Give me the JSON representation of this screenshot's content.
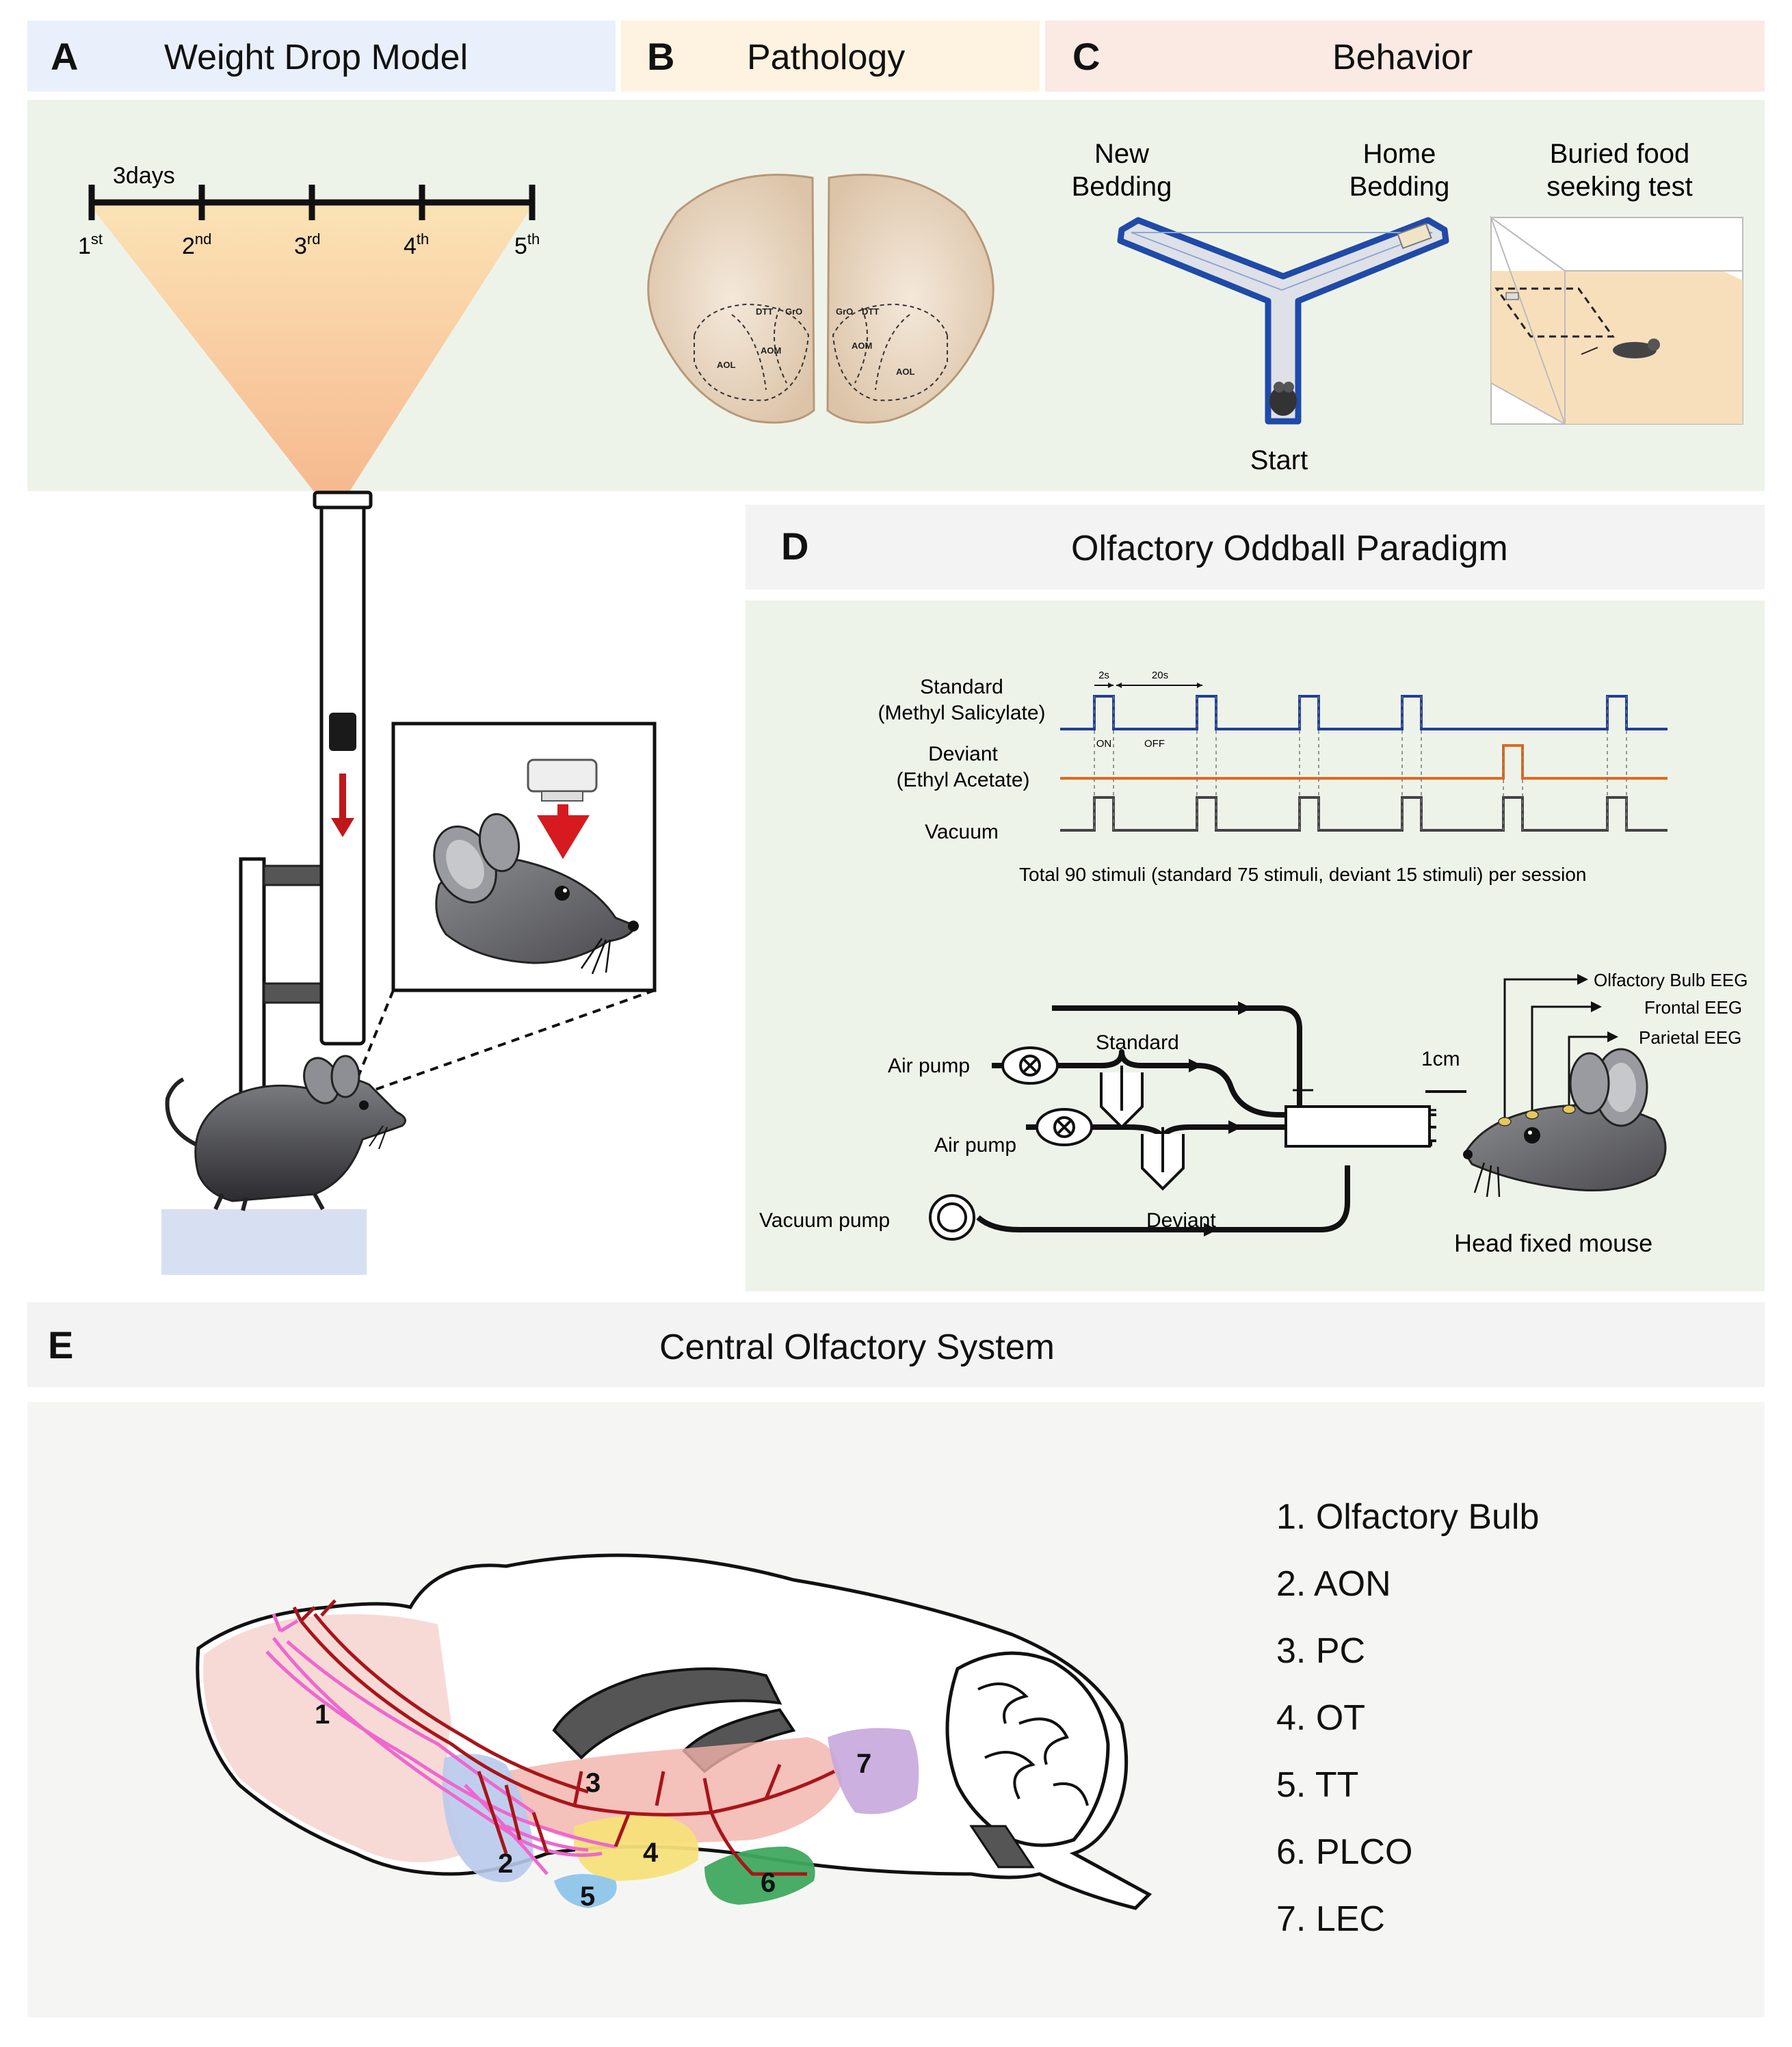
{
  "panels": {
    "a": {
      "letter": "A",
      "title": "Weight Drop Model",
      "color": "#eaf0fb"
    },
    "b": {
      "letter": "B",
      "title": "Pathology",
      "color": "#fdf3e0"
    },
    "c": {
      "letter": "C",
      "title": "Behavior",
      "color": "#fbe9e4"
    },
    "d": {
      "letter": "D",
      "title": "Olfactory Oddball Paradigm",
      "color": "#f3f3f3"
    },
    "e": {
      "letter": "E",
      "title": "Central Olfactory System",
      "color": "#f3f3f3"
    }
  },
  "timeline": {
    "interval_label": "3days",
    "sessions": [
      {
        "num": "1",
        "sup": "st"
      },
      {
        "num": "2",
        "sup": "nd"
      },
      {
        "num": "3",
        "sup": "rd"
      },
      {
        "num": "4",
        "sup": "th"
      },
      {
        "num": "5",
        "sup": "th"
      }
    ]
  },
  "pathology_labels": [
    "DTT",
    "GrO",
    "GrO",
    "DTT",
    "AOM",
    "AOM",
    "AOL",
    "AOL"
  ],
  "behavior": {
    "new_bedding": [
      "New",
      "Bedding"
    ],
    "home_bedding": [
      "Home",
      "Bedding"
    ],
    "buried_food": [
      "Buried food",
      "seeking test"
    ],
    "start": "Start"
  },
  "oddball": {
    "standard_label": [
      "Standard",
      "(Methyl Salicylate)"
    ],
    "deviant_label": [
      "Deviant",
      "(Ethyl Acetate)"
    ],
    "vacuum_label": "Vacuum",
    "on_duration": "2s",
    "off_duration": "20s",
    "on_label": "ON",
    "off_label": "OFF",
    "total_note": "Total 90 stimuli (standard 75 stimuli, deviant 15 stimuli) per session",
    "colors": {
      "standard": "#1f3f9a",
      "deviant": "#e06a1e",
      "vacuum": "#444444"
    }
  },
  "apparatus": {
    "air_pump_1": "Air pump",
    "air_pump_2": "Air pump",
    "vacuum_pump": "Vacuum pump",
    "standard": "Standard",
    "deviant": "Deviant",
    "scale": "1cm",
    "eeg": [
      "Olfactory Bulb EEG",
      "Frontal EEG",
      "Parietal EEG"
    ],
    "mouse_caption": "Head fixed mouse"
  },
  "olfactory_system": {
    "regions": [
      {
        "num": "1",
        "label": "1. Olfactory Bulb",
        "color": "#f6d3cf"
      },
      {
        "num": "2",
        "label": "2. AON",
        "color": "#b9c9ec"
      },
      {
        "num": "3",
        "label": "3. PC",
        "color": "#f2b1aa"
      },
      {
        "num": "4",
        "label": "4. OT",
        "color": "#f7e07a"
      },
      {
        "num": "5",
        "label": "5. TT",
        "color": "#8ec5ea"
      },
      {
        "num": "6",
        "label": "6. PLCO",
        "color": "#3fa85f"
      },
      {
        "num": "7",
        "label": "7. LEC",
        "color": "#c6a7dc"
      }
    ]
  }
}
